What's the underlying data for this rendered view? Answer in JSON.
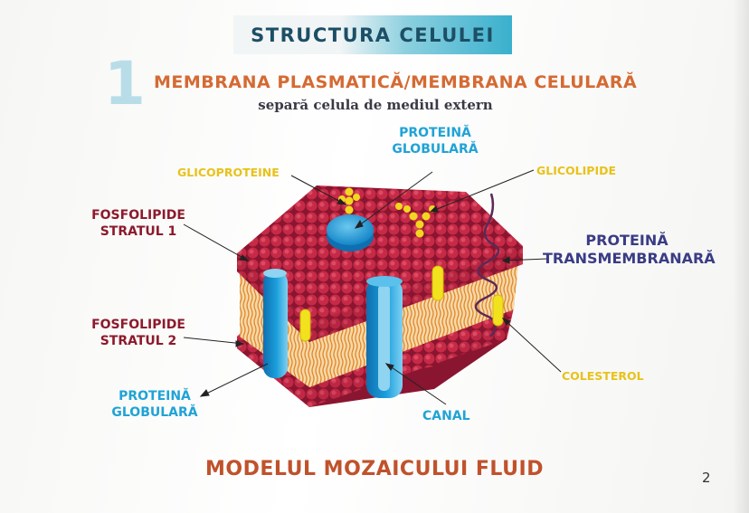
{
  "header": {
    "section_title": "STRUCTURA CELULEI",
    "section_number": "1",
    "heading": "MEMBRANA PLASMATICĂ/MEMBRANA CELULARĂ",
    "subtitle": "separă celula de mediul extern"
  },
  "labels": {
    "proteina_globulara_top": [
      "PROTEINĂ",
      "GLOBULARĂ"
    ],
    "glicoproteine": "GLICOPROTEINE",
    "glicolipide": "GLICOLIPIDE",
    "fosfolipide_stratul_1": [
      "FOSFOLIPIDE",
      "STRATUL 1"
    ],
    "proteina_transmembranara": [
      "PROTEINĂ",
      "TRANSMEMBRANARĂ"
    ],
    "fosfolipide_stratul_2": [
      "FOSFOLIPIDE",
      "STRATUL 2"
    ],
    "colesterol": "COLESTEROL",
    "proteina_globulara_bottom": [
      "PROTEINĂ",
      "GLOBULARĂ"
    ],
    "canal": "CANAL"
  },
  "footer": {
    "model_title": "MODELUL MOZAICULUI FLUID",
    "page_number": "2"
  },
  "colors": {
    "membrane_head": "#c62a46",
    "membrane_dark": "#8a1530",
    "lipid_tail": "#e89a3a",
    "protein_blue": "#1b9fdc",
    "protein_light": "#8fd4f0",
    "cholesterol": "#f2e21e",
    "transmembrane": "#5b2a55",
    "title_teal": "#3ab0cd"
  }
}
